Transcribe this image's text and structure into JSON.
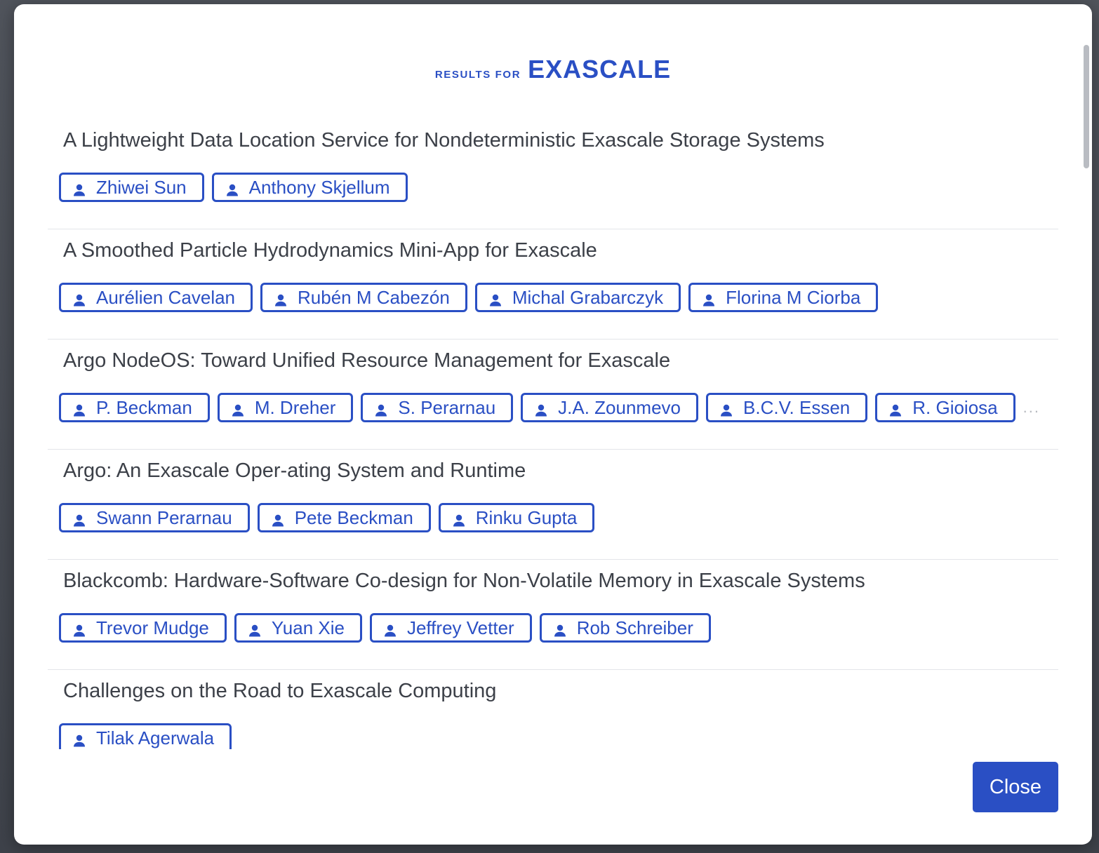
{
  "header": {
    "prefix": "results for",
    "term": "EXASCALE"
  },
  "results": [
    {
      "title": "A Lightweight Data Location Service for Nondeterministic Exascale Storage Systems",
      "authors": [
        "Zhiwei Sun",
        "Anthony Skjellum"
      ],
      "more": ""
    },
    {
      "title": "A Smoothed Particle Hydrodynamics Mini-App for Exascale",
      "authors": [
        "Aurélien Cavelan",
        "Rubén M Cabezón",
        "Michal Grabarczyk",
        "Florina M Ciorba"
      ],
      "more": ""
    },
    {
      "title": "Argo NodeOS: Toward Unified Resource Management for Exascale",
      "authors": [
        "P. Beckman",
        "M. Dreher",
        "S. Perarnau",
        "J.A. Zounmevo",
        "B.C.V. Essen",
        "R. Gioiosa"
      ],
      "more": "..."
    },
    {
      "title": "Argo: An Exascale Oper-ating System and Runtime",
      "authors": [
        "Swann Perarnau",
        "Pete Beckman",
        "Rinku Gupta"
      ],
      "more": ""
    },
    {
      "title": "Blackcomb: Hardware-Software Co-design for Non-Volatile Memory in Exascale Systems",
      "authors": [
        "Trevor Mudge",
        "Yuan Xie",
        "Jeffrey Vetter",
        "Rob Schreiber"
      ],
      "more": ""
    },
    {
      "title": "Challenges on the Road to Exascale Computing",
      "authors": [
        "Tilak Agerwala"
      ],
      "more": ""
    }
  ],
  "footer": {
    "close_label": "Close"
  },
  "icons": {
    "author": "person-icon"
  },
  "colors": {
    "accent": "#2a4fc4",
    "title_text": "#3c4048",
    "divider": "#e3e5e9"
  }
}
